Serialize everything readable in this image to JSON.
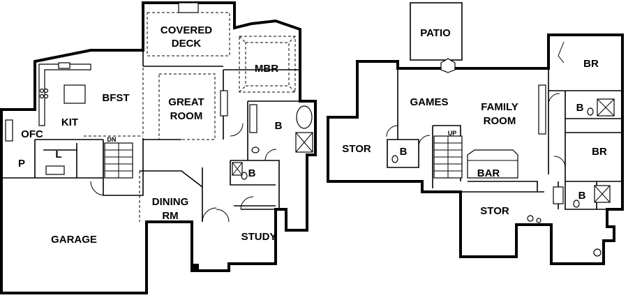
{
  "main_floor": {
    "rooms": {
      "covered_deck_1": "COVERED",
      "covered_deck_2": "DECK",
      "mbr": "MBR",
      "bfst": "BFST",
      "great_room_1": "GREAT",
      "great_room_2": "ROOM",
      "kit": "KIT",
      "ofc": "OFC",
      "master_bath": "B",
      "powder_bath": "B",
      "pantry": "P",
      "laundry": "L",
      "dining_1": "DINING",
      "dining_2": "RM",
      "garage": "GARAGE",
      "study": "STUDY"
    },
    "stair_note": "DN"
  },
  "lower_floor": {
    "rooms": {
      "patio": "PATIO",
      "br_top": "BR",
      "games": "GAMES",
      "family_1": "FAMILY",
      "family_2": "ROOM",
      "bath_right": "B",
      "stor_left": "STOR",
      "bath_left": "B",
      "br_mid": "BR",
      "bar": "BAR",
      "stor_bottom": "STOR",
      "bath_bottom": "B"
    },
    "stair_note": "UP"
  }
}
